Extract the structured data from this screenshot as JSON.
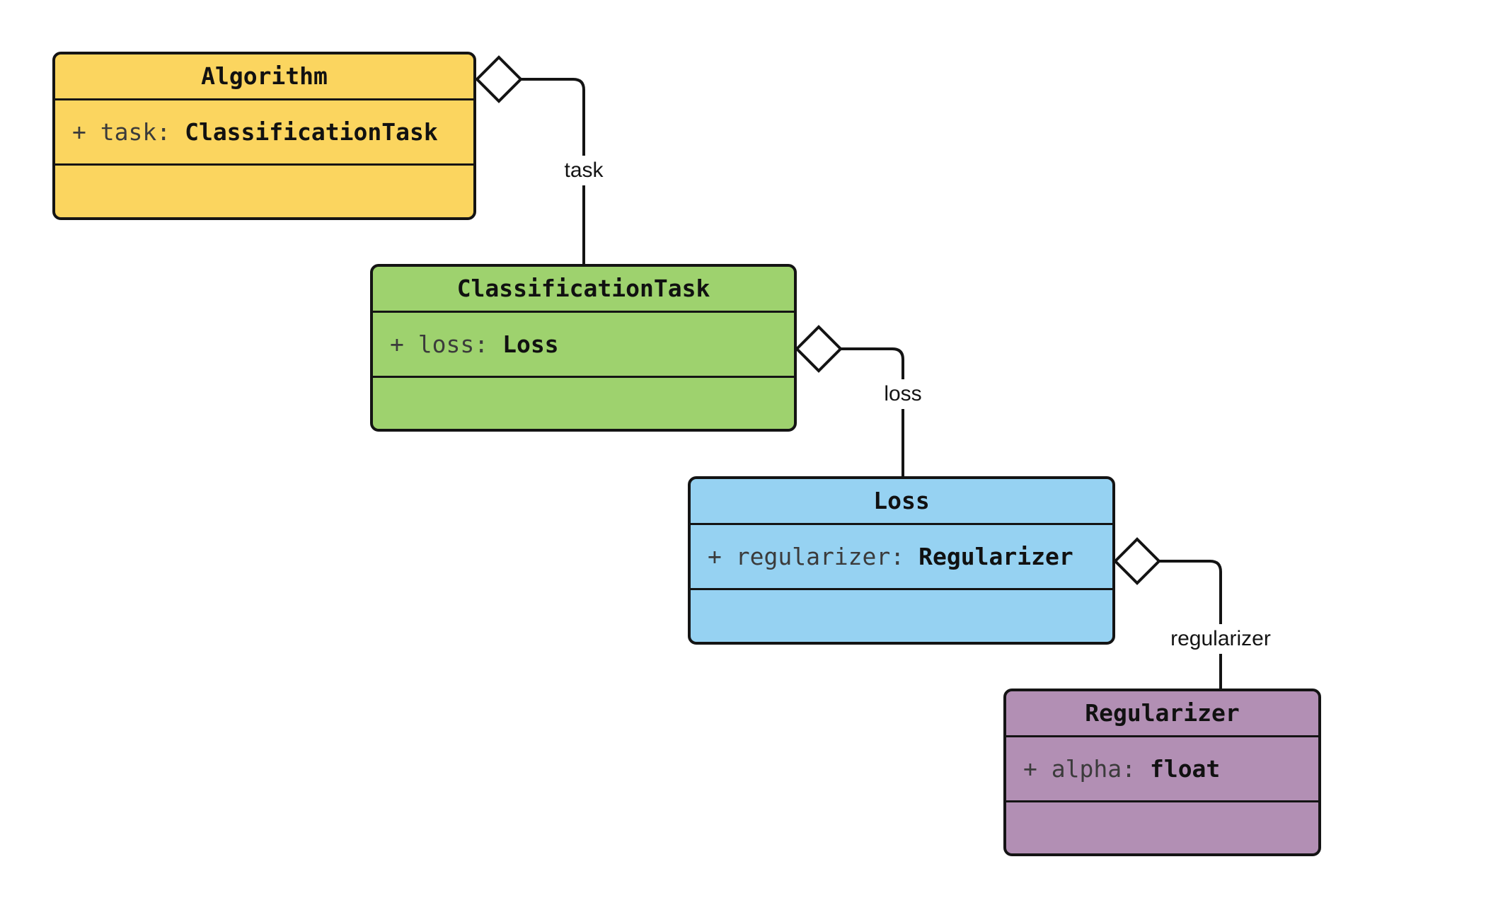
{
  "diagram_type": "uml-class-diagram",
  "classes": [
    {
      "name": "Algorithm",
      "attr_name": "+ task:",
      "attr_type": "ClassificationTask",
      "fill": "#FBD55F"
    },
    {
      "name": "ClassificationTask",
      "attr_name": "+ loss:",
      "attr_type": "Loss",
      "fill": "#9ED26E"
    },
    {
      "name": "Loss",
      "attr_name": "+ regularizer:",
      "attr_type": "Regularizer",
      "fill": "#96D2F2"
    },
    {
      "name": "Regularizer",
      "attr_name": "+ alpha:",
      "attr_type": "float",
      "fill": "#B28FB4"
    }
  ],
  "relations": [
    {
      "from": "Algorithm",
      "to": "ClassificationTask",
      "label": "task",
      "kind": "aggregation"
    },
    {
      "from": "ClassificationTask",
      "to": "Loss",
      "label": "loss",
      "kind": "aggregation"
    },
    {
      "from": "Loss",
      "to": "Regularizer",
      "label": "regularizer",
      "kind": "aggregation"
    }
  ],
  "colors": {
    "background": "#ffffff",
    "border": "#141414",
    "line": "#141414",
    "title_text": "#111111",
    "attr_name_text": "#3b3b3b",
    "attr_type_text": "#111111",
    "diamond_fill": "#ffffff",
    "label_text": "#141414"
  }
}
